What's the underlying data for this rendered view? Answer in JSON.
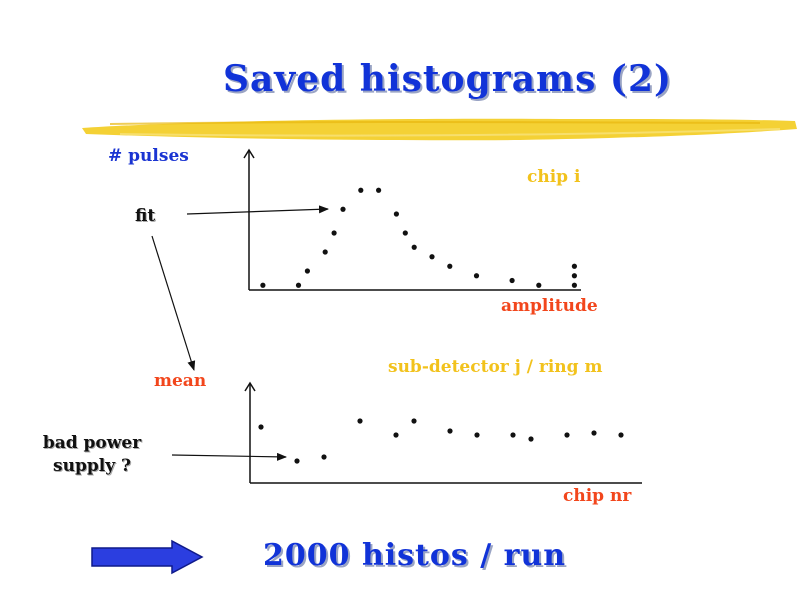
{
  "slide": {
    "title": "Saved histograms (2)",
    "bottom_text": "2000 histos / run"
  },
  "colors": {
    "title_blue": "#1133d8",
    "highlight_yellow": "#f3cf2a",
    "label_yellow": "#f2c21c",
    "label_red": "#f2461c",
    "arrow_blue": "#2b3ee0"
  },
  "top_plot": {
    "ylabel": "# pulses",
    "xlabel": "amplitude",
    "series_label": "chip i",
    "annotation": "fit"
  },
  "bottom_plot": {
    "ylabel": "mean",
    "xlabel": "chip nr",
    "series_label": "sub-detector j / ring m",
    "annotation": "bad power supply ?"
  },
  "chart_data": [
    {
      "type": "scatter",
      "xlabel": "amplitude",
      "ylabel": "# pulses",
      "xlim": [
        0,
        36
      ],
      "ylim": [
        0,
        15
      ],
      "series": [
        {
          "name": "chip i",
          "points": [
            [
              1,
              0.5
            ],
            [
              5,
              0.5
            ],
            [
              6,
              2
            ],
            [
              8,
              4
            ],
            [
              9,
              6
            ],
            [
              10,
              8.5
            ],
            [
              12,
              10.5
            ],
            [
              14,
              10.5
            ],
            [
              16,
              8
            ],
            [
              17,
              6
            ],
            [
              18,
              4.5
            ],
            [
              20,
              3.5
            ],
            [
              22,
              2.5
            ],
            [
              25,
              1.5
            ],
            [
              29,
              1
            ],
            [
              32,
              0.5
            ],
            [
              36,
              0.5
            ],
            [
              36,
              1.5
            ],
            [
              36,
              2.5
            ]
          ]
        }
      ]
    },
    {
      "type": "scatter",
      "xlabel": "chip nr",
      "ylabel": "mean",
      "xlim": [
        0,
        40
      ],
      "ylim": [
        0,
        10
      ],
      "series": [
        {
          "name": "sub-detector j / ring m",
          "points": [
            [
              1,
              5.6
            ],
            [
              5,
              2.2
            ],
            [
              8,
              2.6
            ],
            [
              12,
              6.2
            ],
            [
              16,
              4.8
            ],
            [
              18,
              6.2
            ],
            [
              22,
              5.2
            ],
            [
              25,
              4.8
            ],
            [
              29,
              4.8
            ],
            [
              31,
              4.4
            ],
            [
              35,
              4.8
            ],
            [
              38,
              5.0
            ],
            [
              41,
              4.8
            ]
          ]
        }
      ]
    }
  ]
}
